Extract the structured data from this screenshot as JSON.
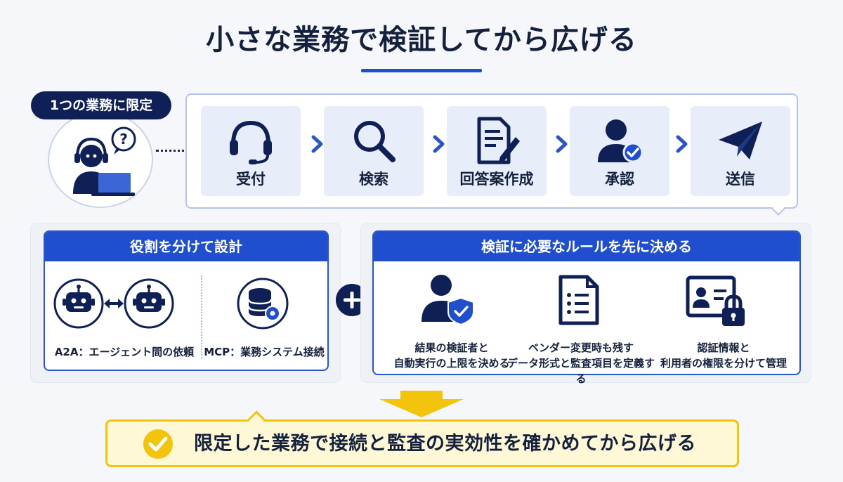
{
  "title": "小さな業務で検証してから広げる",
  "scope_badge": "1つの業務に限定",
  "flow_steps": [
    {
      "label": "受付",
      "icon": "headset-icon"
    },
    {
      "label": "検索",
      "icon": "magnifier-icon"
    },
    {
      "label": "回答案作成",
      "icon": "document-edit-icon"
    },
    {
      "label": "承認",
      "icon": "user-check-icon"
    },
    {
      "label": "送信",
      "icon": "paper-plane-icon"
    }
  ],
  "role_panel": {
    "heading": "役割を分けて設計",
    "items": [
      {
        "label": "A2A：エージェント間の依頼",
        "icon": "robot-exchange-icon"
      },
      {
        "label": "MCP：業務システム接続",
        "icon": "database-gear-icon"
      }
    ]
  },
  "rule_panel": {
    "heading": "検証に必要なルールを先に決める",
    "items": [
      {
        "line1": "結果の検証者と",
        "line2": "自動実行の上限を決める",
        "icon": "user-shield-icon"
      },
      {
        "line1": "ベンダー変更時も残す",
        "line2": "データ形式と監査項目を定義する",
        "icon": "list-document-icon"
      },
      {
        "line1": "認証情報と",
        "line2": "利用者の権限を分けて管理",
        "icon": "id-card-lock-icon"
      }
    ]
  },
  "conclusion": "限定した業務で接続と監査の実効性を確かめてから広げる",
  "colors": {
    "navy": "#0e2056",
    "accent_blue": "#1f4fcf",
    "step_bg": "#e8eef9",
    "highlight_yellow": "#f2c40c",
    "banner_bg": "#fff8d6"
  }
}
